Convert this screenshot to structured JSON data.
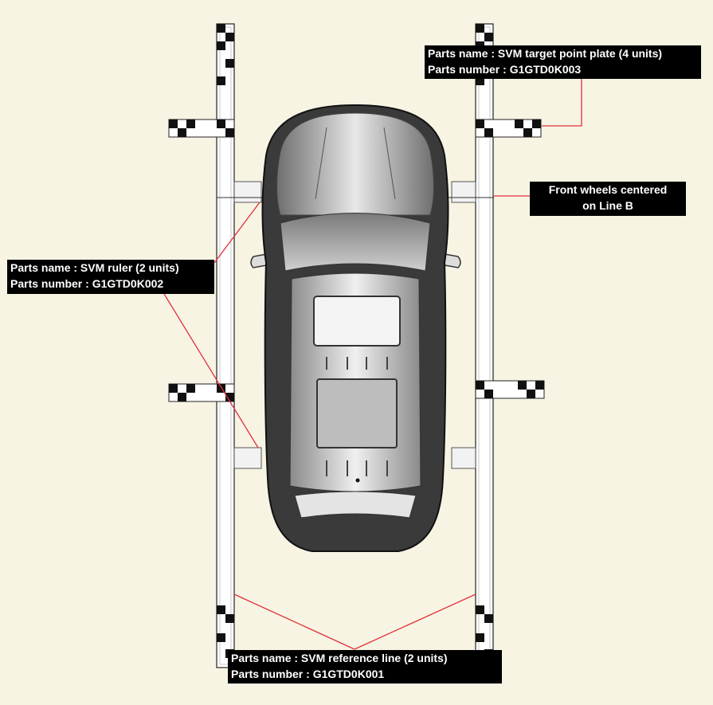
{
  "callouts": {
    "target_plate": {
      "name": "Parts name : SVM target point plate (4 units)",
      "number": "Parts number : G1GTD0K003"
    },
    "ruler": {
      "name": "Parts name : SVM ruler (2 units)",
      "number": "Parts number : G1GTD0K002"
    },
    "front_wheels": {
      "line1": "Front wheels centered",
      "line2": "on Line B"
    },
    "reference_line": {
      "name": "Parts name : SVM reference line (2 units)",
      "number": "Parts number : G1GTD0K001"
    }
  },
  "colors": {
    "background": "#f8f4e4",
    "leader_line": "#e0303a",
    "label_bg": "#000000",
    "label_text": "#ffffff",
    "vehicle_body": "#3a3a3a"
  }
}
